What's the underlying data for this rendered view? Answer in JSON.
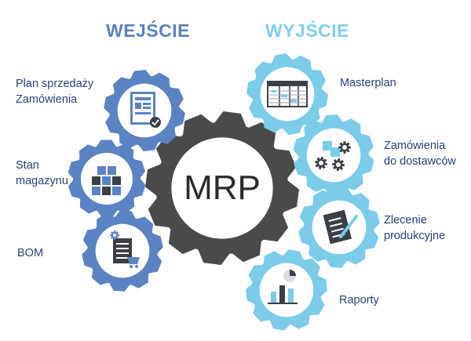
{
  "colors": {
    "input": "#5b83c4",
    "input_heading": "#5b7fc0",
    "output": "#7ccbe8",
    "output_heading": "#7fcfea",
    "center": "#4a4a4a",
    "label": "#2a3e7a",
    "icon_dark": "#3b3f46"
  },
  "headings": {
    "input": "WEJŚCIE",
    "output": "WYJŚCIE"
  },
  "center": {
    "label": "MRP"
  },
  "inputs": [
    {
      "label": "Plan sprzedaży\nZamówienia",
      "icon": "document-check-icon"
    },
    {
      "label": "Stan\nmagazynu",
      "icon": "boxes-icon"
    },
    {
      "label": "BOM",
      "icon": "bom-document-cart-icon"
    }
  ],
  "outputs": [
    {
      "label": "Masterplan",
      "icon": "spreadsheet-icon"
    },
    {
      "label": "Zamówienia\ndo dostawców",
      "icon": "boxes-gears-icon"
    },
    {
      "label": "Zlecenie\nprodukcyjne",
      "icon": "clipboard-pen-icon"
    },
    {
      "label": "Raporty",
      "icon": "bar-chart-icon"
    }
  ]
}
